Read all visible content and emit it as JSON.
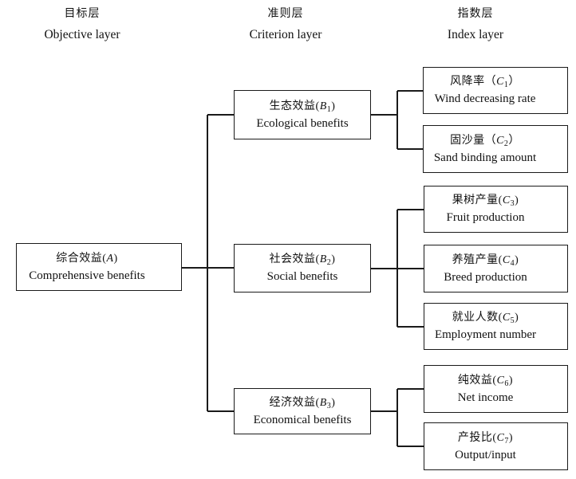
{
  "headers": {
    "objective": {
      "zh": "目标层",
      "en": "Objective layer"
    },
    "criterion": {
      "zh": "准则层",
      "en": "Criterion layer"
    },
    "index": {
      "zh": "指数层",
      "en": "Index layer"
    }
  },
  "nodes": {
    "a": {
      "zh": "综合效益",
      "open": "(",
      "letter": "A",
      "sub": "",
      "close": ")",
      "en": "Comprehensive benefits"
    },
    "b1": {
      "zh": "生态效益",
      "open": "(",
      "letter": "B",
      "sub": "1",
      "close": ")",
      "en": "Ecological benefits"
    },
    "b2": {
      "zh": "社会效益",
      "open": "(",
      "letter": "B",
      "sub": "2",
      "close": ")",
      "en": "Social benefits"
    },
    "b3": {
      "zh": "经济效益",
      "open": "(",
      "letter": "B",
      "sub": "3",
      "close": ")",
      "en": "Economical benefits"
    },
    "c1": {
      "zh": "风降率",
      "open": "（",
      "letter": "C",
      "sub": "1",
      "close": "）",
      "en": "Wind decreasing rate"
    },
    "c2": {
      "zh": "固沙量",
      "open": "（",
      "letter": "C",
      "sub": "2",
      "close": "）",
      "en": "Sand binding amount"
    },
    "c3": {
      "zh": "果树产量",
      "open": "(",
      "letter": "C",
      "sub": "3",
      "close": ")",
      "en": "Fruit production"
    },
    "c4": {
      "zh": "养殖产量",
      "open": "(",
      "letter": "C",
      "sub": "4",
      "close": ")",
      "en": "Breed production"
    },
    "c5": {
      "zh": "就业人数",
      "open": "(",
      "letter": "C",
      "sub": "5",
      "close": ")",
      "en": "Employment number"
    },
    "c6": {
      "zh": "纯效益",
      "open": "(",
      "letter": "C",
      "sub": "6",
      "close": ")",
      "en": "Net income"
    },
    "c7": {
      "zh": "产投比",
      "open": "(",
      "letter": "C",
      "sub": "7",
      "close": ")",
      "en": "Output/input"
    }
  },
  "colors": {
    "line": "#1a1a1a",
    "box_border": "#1a1a1a",
    "background": "#ffffff",
    "text": "#111111"
  }
}
